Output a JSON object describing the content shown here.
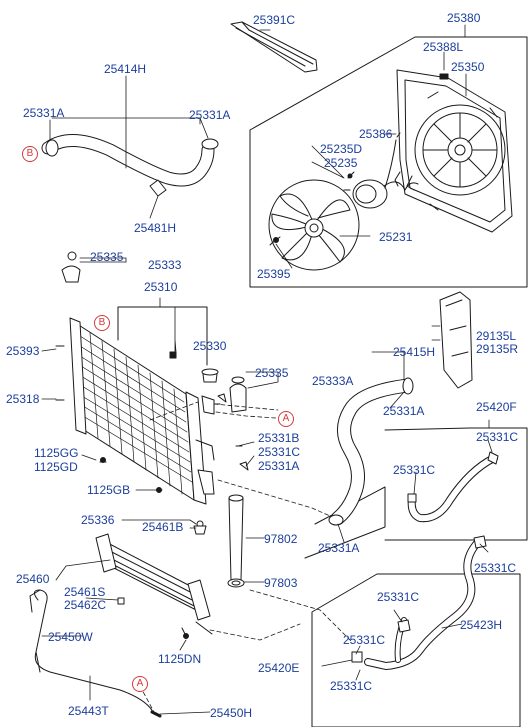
{
  "diagram": {
    "colors": {
      "part_number": "#1c3f9c",
      "reference_marker": "#d43a3a",
      "line_art": "#1a1a1a"
    },
    "labels": {
      "p25391C": "25391C",
      "p25380": "25380",
      "p25388L": "25388L",
      "p25350": "25350",
      "p25414H": "25414H",
      "p25331A_left": "25331A",
      "p25331A_right": "25331A",
      "p25386": "25386",
      "p25235D": "25235D",
      "p25235": "25235",
      "p25481H": "25481H",
      "p25231": "25231",
      "p25395": "25395",
      "p25335_top": "25335",
      "p25333": "25333",
      "p25310": "25310",
      "p29135L": "29135L",
      "p29135R": "29135R",
      "p25393": "25393",
      "p25330": "25330",
      "p25415H": "25415H",
      "p25335_mid": "25335",
      "p25333A": "25333A",
      "p25318": "25318",
      "p25331A_hose": "25331A",
      "p25420F": "25420F",
      "p25331B": "25331B",
      "p25331C_clamp": "25331C",
      "p25331A_low": "25331A",
      "p1125GG": "1125GG",
      "p1125GD": "1125GD",
      "p25331C_f1": "25331C",
      "p25331C_f2": "25331C",
      "p1125GB": "1125GB",
      "p25336": "25336",
      "p25461B": "25461B",
      "p97802": "97802",
      "p25331A_bottom": "25331A",
      "p25460": "25460",
      "p25461S": "25461S",
      "p25462C": "25462C",
      "p97803": "97803",
      "p25331C_e1": "25331C",
      "p25331C_e2": "25331C",
      "p25423H": "25423H",
      "p25450W": "25450W",
      "p25331C_e3": "25331C",
      "p1125DN": "1125DN",
      "p25420E": "25420E",
      "p25331C_e4": "25331C",
      "p25443T": "25443T",
      "p25450H": "25450H"
    },
    "markers": {
      "refB_left": "B",
      "refB_radiator": "B",
      "refA_right": "A",
      "refA_bottom": "A"
    },
    "icons": {
      "shroud": "fan-shroud-icon",
      "fan": "fan-blade-icon",
      "motor": "fan-motor-icon",
      "radiator": "radiator-core-icon",
      "cooler": "oil-cooler-icon"
    }
  }
}
